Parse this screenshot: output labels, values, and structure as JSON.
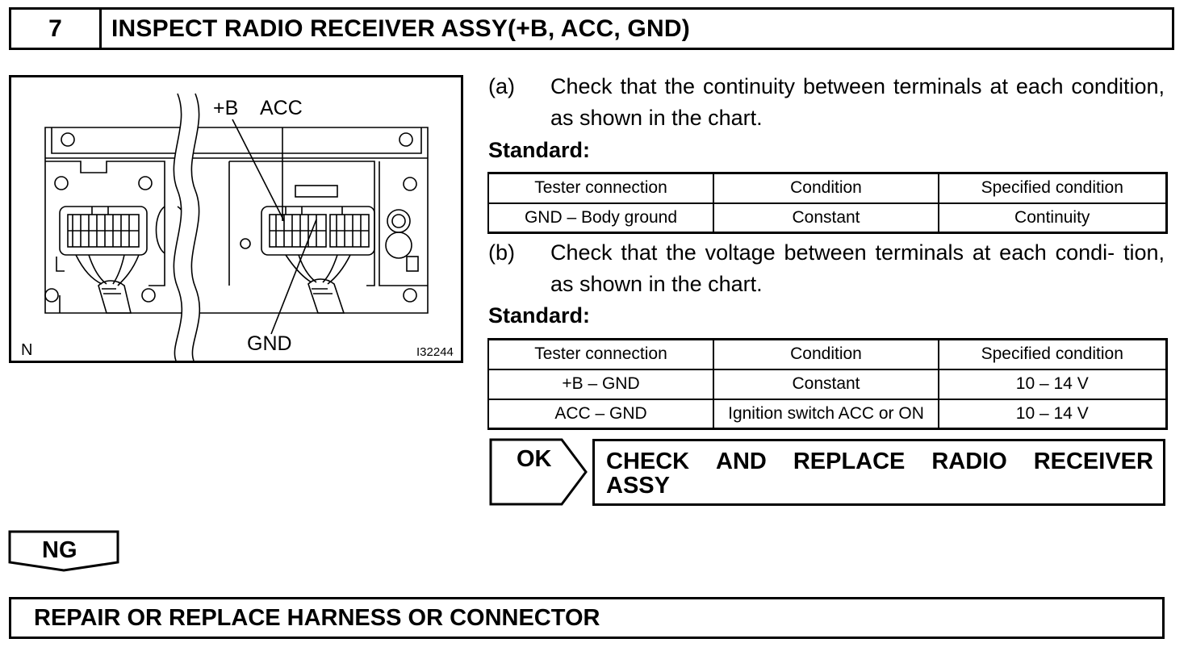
{
  "step": {
    "number": "7",
    "title": "INSPECT RADIO RECEIVER ASSY(+B, ACC, GND)"
  },
  "figure": {
    "labels": {
      "b_plus": "+B",
      "acc": "ACC",
      "gnd": "GND",
      "orientation": "N",
      "code": "I32244"
    }
  },
  "step_a": {
    "label": "(a)",
    "text": "Check that the continuity between terminals at each condition, as shown in the chart."
  },
  "standard_label": "Standard:",
  "table_continuity": {
    "headers": [
      "Tester connection",
      "Condition",
      "Specified condition"
    ],
    "rows": [
      [
        "GND – Body ground",
        "Constant",
        "Continuity"
      ]
    ]
  },
  "step_b": {
    "label": "(b)",
    "text": "Check that the voltage between terminals at each condi- tion, as shown in the chart."
  },
  "table_voltage": {
    "headers": [
      "Tester connection",
      "Condition",
      "Specified condition"
    ],
    "rows": [
      [
        "+B – GND",
        "Constant",
        "10 – 14 V"
      ],
      [
        "ACC – GND",
        "Ignition switch ACC or ON",
        "10 – 14 V"
      ]
    ]
  },
  "result_ok": {
    "label": "OK",
    "text_line1": [
      "CHECK",
      "AND",
      "REPLACE",
      "RADIO",
      "RECEIVER"
    ],
    "text_line2": "ASSY"
  },
  "result_ng": {
    "label": "NG",
    "text": "REPAIR OR REPLACE HARNESS OR CONNECTOR"
  }
}
